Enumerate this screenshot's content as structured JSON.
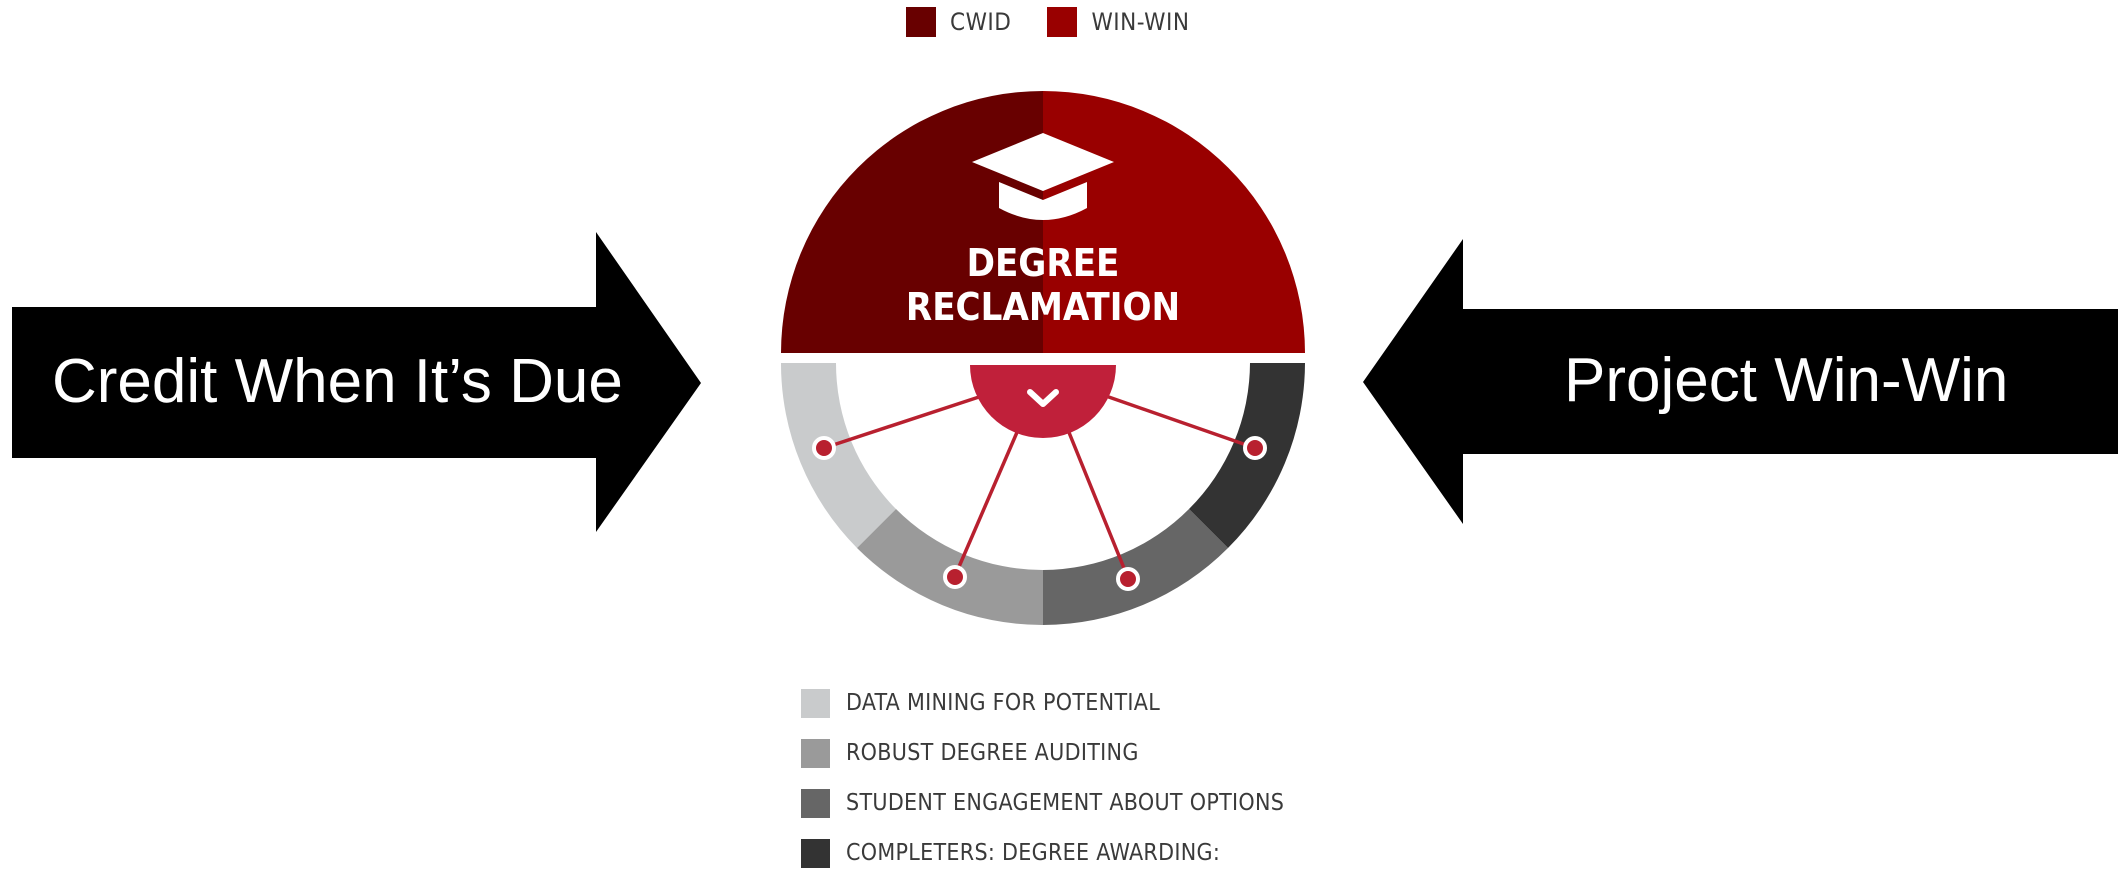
{
  "legend_top": [
    {
      "label": "CWID",
      "color": "#680000"
    },
    {
      "label": "WIN-WIN",
      "color": "#990000"
    }
  ],
  "arrows": {
    "left": {
      "label": "Credit When It’s Due",
      "direction": "right",
      "color": "#000000"
    },
    "right": {
      "label": "Project Win-Win",
      "direction": "left",
      "color": "#000000"
    }
  },
  "center": {
    "title_line1": "DEGREE",
    "title_line2": "RECLAMATION",
    "icon": "graduation-cap-icon",
    "hub_icon": "chevron-down-icon",
    "colors": {
      "left_half": "#680000",
      "right_half": "#990000",
      "hub": "#c0203a"
    }
  },
  "legend_bottom": [
    {
      "label": "DATA MINING FOR POTENTIAL",
      "color": "#c9cbcc"
    },
    {
      "label": "ROBUST DEGREE AUDITING",
      "color": "#9a9a9a"
    },
    {
      "label": "STUDENT ENGAGEMENT ABOUT OPTIONS",
      "color": "#666666"
    },
    {
      "label": "COMPLETERS: DEGREE AWARDING:",
      "color": "#333333"
    }
  ]
}
